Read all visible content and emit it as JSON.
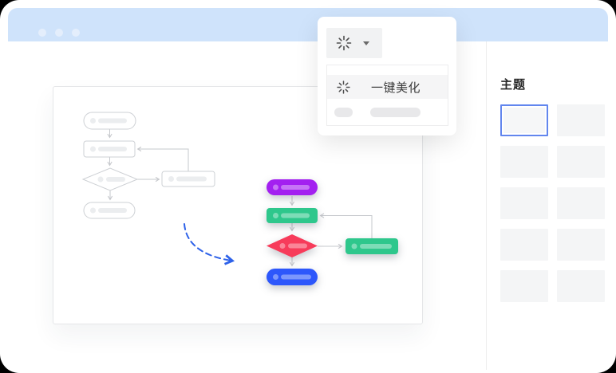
{
  "titlebar": {
    "dot_count": 3
  },
  "beautify_popup": {
    "button": {
      "icon": "sparkle-burst-icon",
      "caret_icon": "chevron-down-icon"
    },
    "menu": {
      "items": [
        {
          "icon": "sparkle-burst-icon",
          "label": "一键美化",
          "highlighted": true
        }
      ],
      "skeleton_rows": 1
    }
  },
  "theme_panel": {
    "title": "主题",
    "thumbnail_count": 10,
    "selected_index": 0
  },
  "flowcharts": {
    "before": {
      "style": "grayscale-sketch",
      "nodes": [
        {
          "id": "start",
          "shape": "stadium"
        },
        {
          "id": "process-1",
          "shape": "rounded-rect"
        },
        {
          "id": "decision",
          "shape": "diamond"
        },
        {
          "id": "side-process",
          "shape": "rounded-rect"
        },
        {
          "id": "end",
          "shape": "stadium"
        }
      ],
      "edges": [
        "start->process-1",
        "process-1->decision",
        "decision->side-process",
        "side-process->process-1",
        "decision->end"
      ]
    },
    "after": {
      "style": "beautified-colored",
      "nodes": [
        {
          "id": "start",
          "shape": "stadium",
          "color": "#a320f0"
        },
        {
          "id": "process-1",
          "shape": "rounded-rect",
          "color": "#2ec78c"
        },
        {
          "id": "decision",
          "shape": "diamond",
          "color": "#f73b5a"
        },
        {
          "id": "side-process",
          "shape": "rounded-rect",
          "color": "#2ec78c"
        },
        {
          "id": "end",
          "shape": "stadium",
          "color": "#2d57fb"
        }
      ],
      "edges": [
        "start->process-1",
        "process-1->decision",
        "decision->side-process",
        "side-process->process-1",
        "decision->end"
      ]
    },
    "transform_arrow": {
      "style": "dashed-curved",
      "color": "#2e62e9"
    }
  },
  "colors": {
    "header_blue": "#cfe3fb",
    "header_dot": "#e4eefc",
    "accent": "#6286ee",
    "purple": "#a320f0",
    "green": "#2ec78c",
    "red": "#f73b5a",
    "blue": "#2d57fb",
    "arrow_blue": "#2e62e9",
    "gray_stroke": "#cdd0d4",
    "connector": "#c6c8cc",
    "placeholder": "#ebedef",
    "menu_text": "#3d3d3d"
  }
}
